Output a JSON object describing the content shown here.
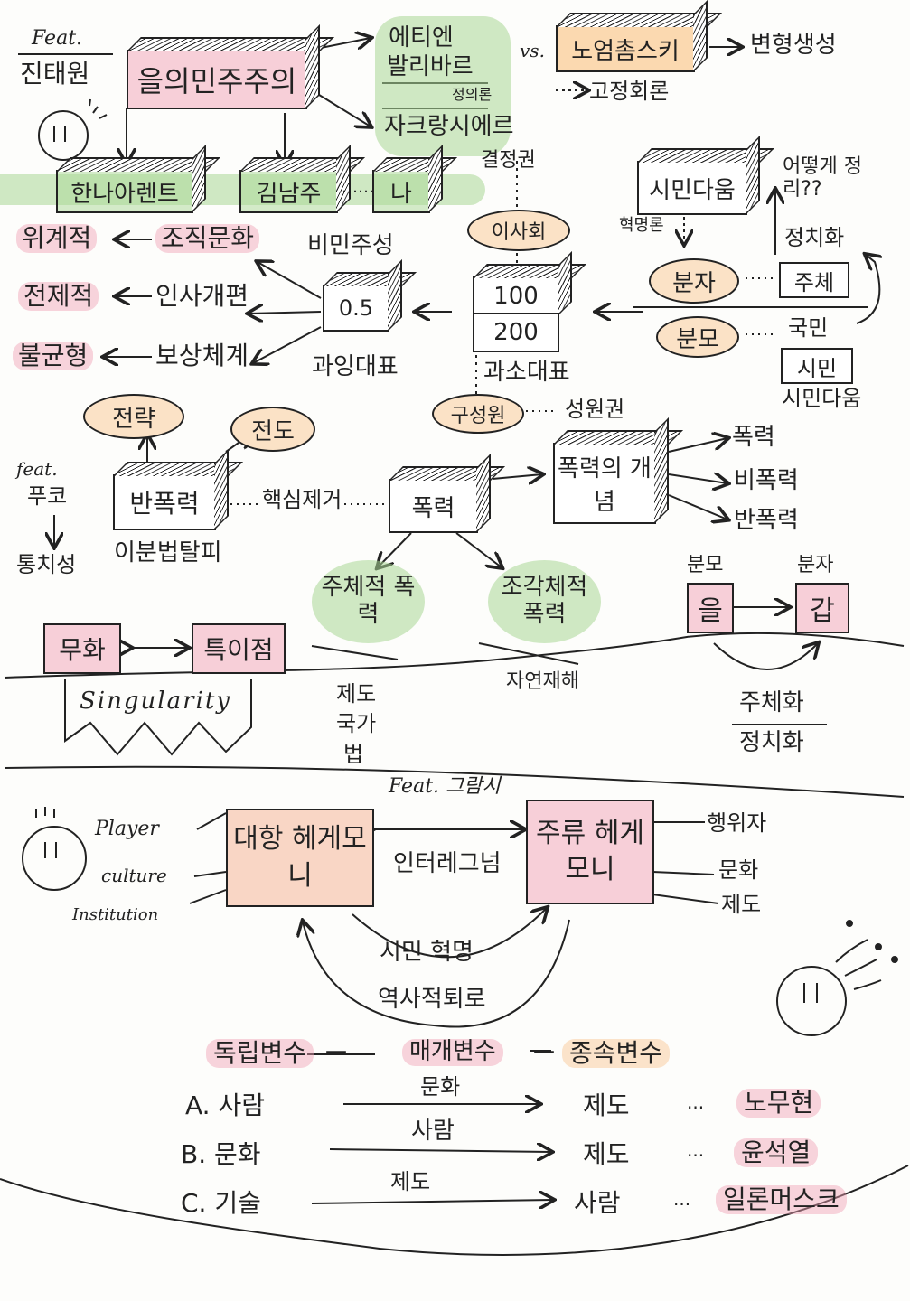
{
  "feat_jintaewon": {
    "feat": "Feat.",
    "name": "진태원"
  },
  "eulmain": "을의민주주의",
  "right_top": {
    "etienne": "에티엔",
    "balibar": "발리바르",
    "jeongeuiron": "정의론",
    "jacques": "자크랑시에르",
    "vs": "vs.",
    "noam": "노엄촘스키",
    "byeonhyeong": "변형생성",
    "igyeong": "고정회론"
  },
  "row_names": {
    "hannah": "한나아렌트",
    "kimnamju": "김남주",
    "dots": "……",
    "na": "나"
  },
  "left_list": {
    "wigyejeok": "위계적",
    "jojik": "조직문화",
    "jeonjejeok": "전제적",
    "insa": "인사개편",
    "bulgyunhyeong": "불균형",
    "bosang": "보상체계"
  },
  "center": {
    "bimiu": "비민주성",
    "half": "0.5",
    "gwaing": "과잉대표",
    "n100": "100",
    "n200": "200",
    "gwaso": "과소대표",
    "gyeoljeong": "결정권",
    "isahoe": "이사회",
    "guseongwon": "구성원",
    "seongwongwon": "성원권"
  },
  "right_mid": {
    "simin_damun": "시민다움",
    "hyeokmyeongron": "혁명론",
    "eotteoke": "어떻게 정리??",
    "bunja": "분자",
    "bunmo": "분모",
    "jeongchiwa": "정치화",
    "juche": "주체",
    "gukmin": "국민",
    "simin": "시민",
    "simin_damun2": "시민다움"
  },
  "violence": {
    "jeonryak": "전략",
    "jeondo": "전도",
    "feat": "feat.",
    "puko": "푸코",
    "tongchiseong": "통치성",
    "banpokryeok": "반폭력",
    "ibunbeop": "이분법탈피",
    "haeksim": "핵심제거",
    "pokryeok": "폭력",
    "gaenyeom": "폭력의 개념",
    "v1": "폭력",
    "v2": "비폭력",
    "v3": "반폭력",
    "juchejeok": "주체적 폭력",
    "jogakjeok": "조각체적 폭력",
    "jedo": "제도",
    "gukga": "국가",
    "beop": "법",
    "jayeon": "자연재해"
  },
  "middle_band": {
    "muhwa": "무화",
    "teugijeom": "특이점",
    "singularity": "Singularity",
    "bunmo": "분모",
    "eul": "을",
    "bunja": "분자",
    "gap": "갑",
    "juchehwa": "주체화",
    "jeongchihwa": "정치화"
  },
  "hegemony": {
    "feat": "Feat. 그람시",
    "player": "Player",
    "culture": "culture",
    "institution": "Institution",
    "daehang": "대항 헤게모니",
    "juryu": "주류 헤게모니",
    "interregnum": "인터레그넘",
    "haengwija": "행위자",
    "munhwa": "문화",
    "jedo": "제도",
    "simin_hyeokmyeong": "시민 혁명",
    "yeoksajeok": "역사적퇴로"
  },
  "variables": {
    "dongnip": "독립변수",
    "dash": "—",
    "maegae": "매개변수",
    "jongsok": "종속변수",
    "rows": [
      {
        "label": "A. 사람",
        "mid": "문화",
        "dep": "제도",
        "name": "노무현"
      },
      {
        "label": "B. 문화",
        "mid": "사람",
        "dep": "제도",
        "name": "윤석열"
      },
      {
        "label": "C. 기술",
        "mid": "제도",
        "dep": "사람",
        "name": "일론머스크"
      }
    ],
    "ellipsis": "···"
  },
  "colors": {
    "pink": "#f7cfd8",
    "peach": "#f9d6c5",
    "green": "#aad796",
    "orange": "#fbe2c6"
  }
}
